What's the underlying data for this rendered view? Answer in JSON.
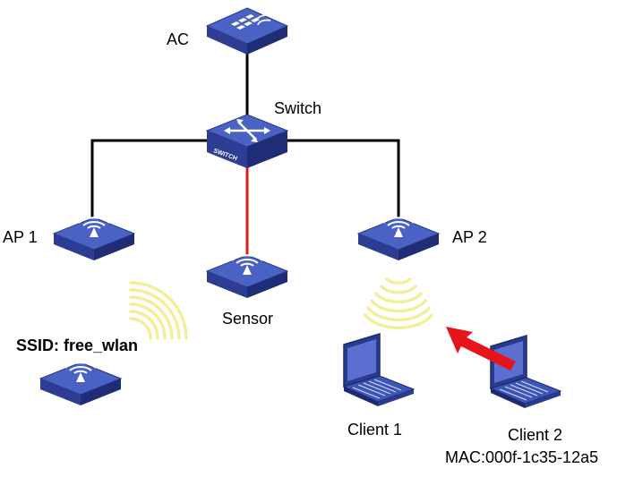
{
  "labels": {
    "ac": "AC",
    "switch": "Switch",
    "ap1": "AP 1",
    "ap2": "AP 2",
    "sensor": "Sensor",
    "ssid": "SSID: free_wlan",
    "client1": "Client 1",
    "client2": "Client 2",
    "mac": "MAC:000f-1c35-12a5",
    "switch_body_text": "SWITCH"
  },
  "colors": {
    "device_top": "#3e55b8",
    "device_side": "#2a3a8c",
    "device_front": "#1d2a6e",
    "link": "#000000",
    "sensor_link": "#e01a1a",
    "signal": "#f3ee9a",
    "attack_arrow": "#e8141b",
    "laptop_screen": "#5a6fd0"
  },
  "icons": {
    "ac": "access-controller-icon",
    "switch": "switch-icon",
    "ap": "wireless-ap-icon",
    "laptop": "laptop-icon"
  }
}
